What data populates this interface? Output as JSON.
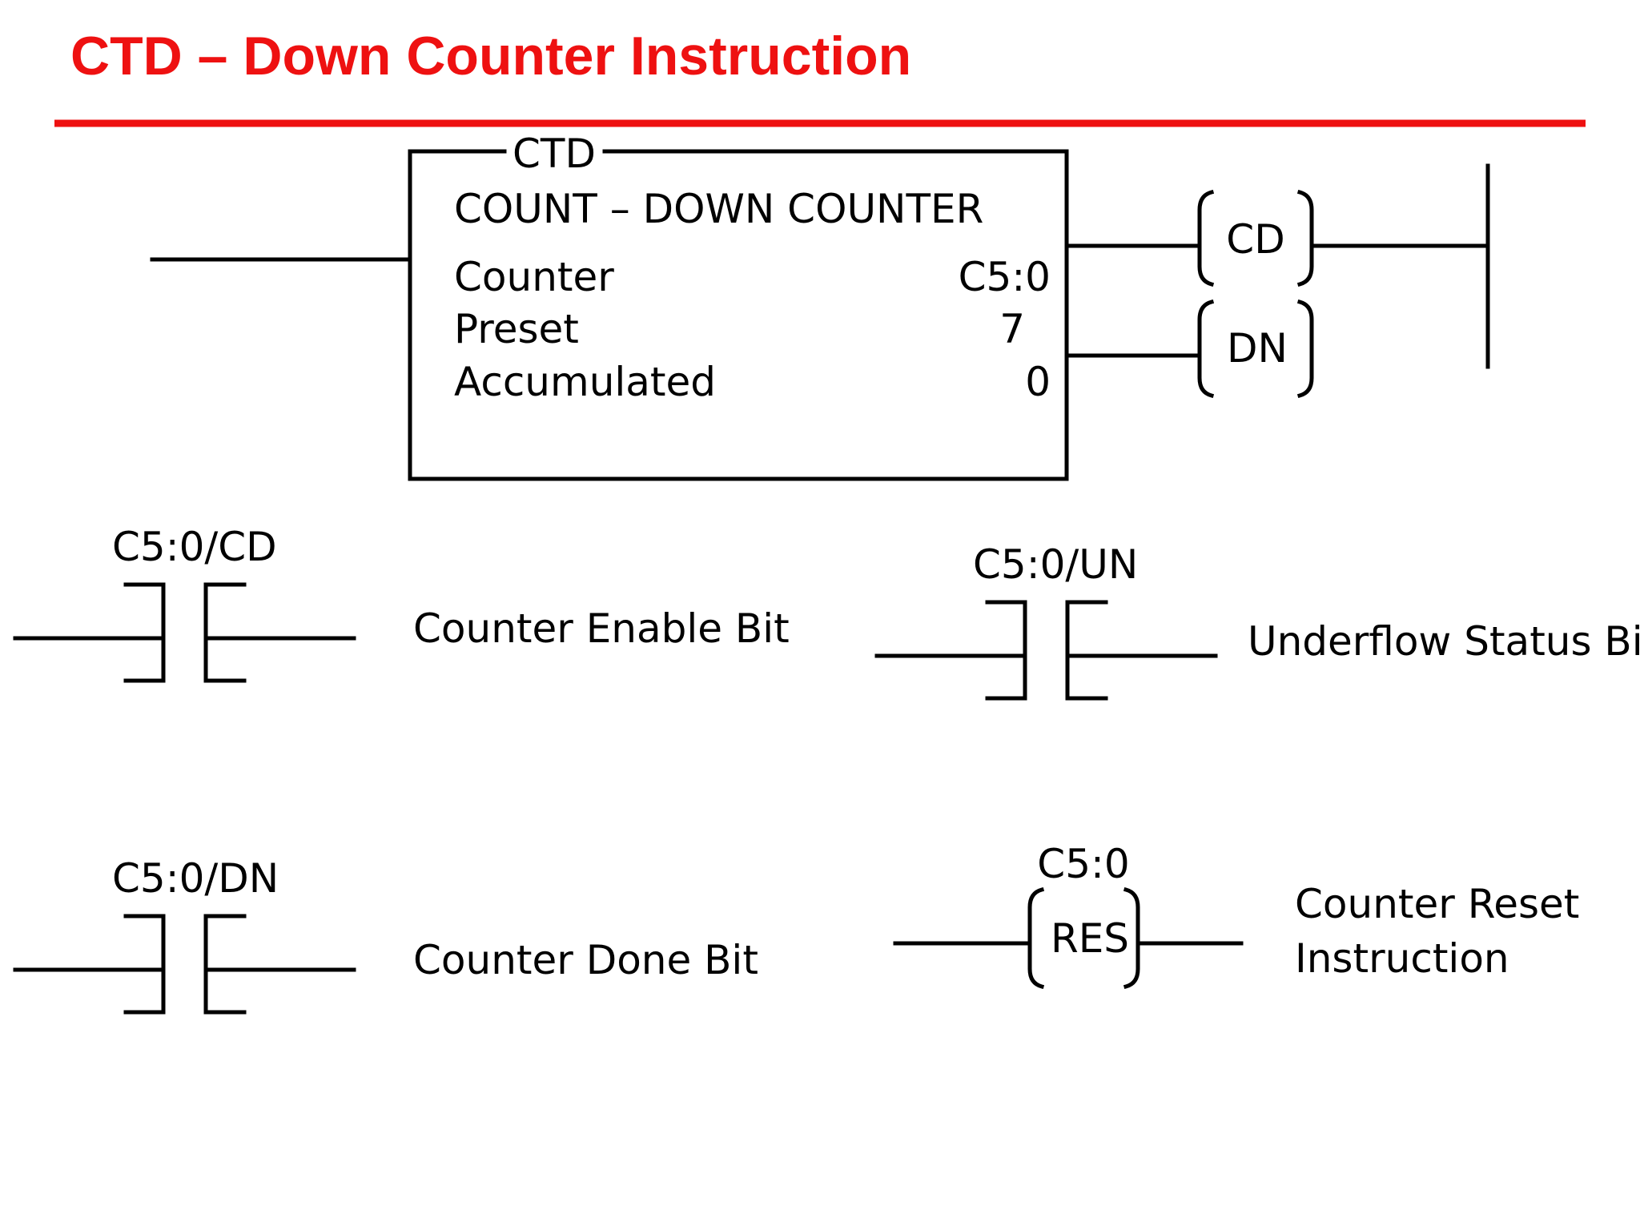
{
  "title": "CTD – Down Counter Instruction",
  "accent_color": "#ee1111",
  "ctd_block": {
    "header": "CTD",
    "subtitle": "COUNT – DOWN COUNTER",
    "rows": [
      {
        "label": "Counter",
        "value": "C5:0"
      },
      {
        "label": "Preset",
        "value": "7"
      },
      {
        "label": "Accumulated",
        "value": "0"
      }
    ],
    "outputs": [
      "CD",
      "DN"
    ]
  },
  "contacts": [
    {
      "address": "C5:0/CD",
      "description": "Counter Enable Bit"
    },
    {
      "address": "C5:0/UN",
      "description": "Underflow Status Bit"
    },
    {
      "address": "C5:0/DN",
      "description": "Counter Done Bit"
    }
  ],
  "reset": {
    "address": "C5:0",
    "coil": "RES",
    "description_line1": "Counter Reset",
    "description_line2": "Instruction"
  }
}
